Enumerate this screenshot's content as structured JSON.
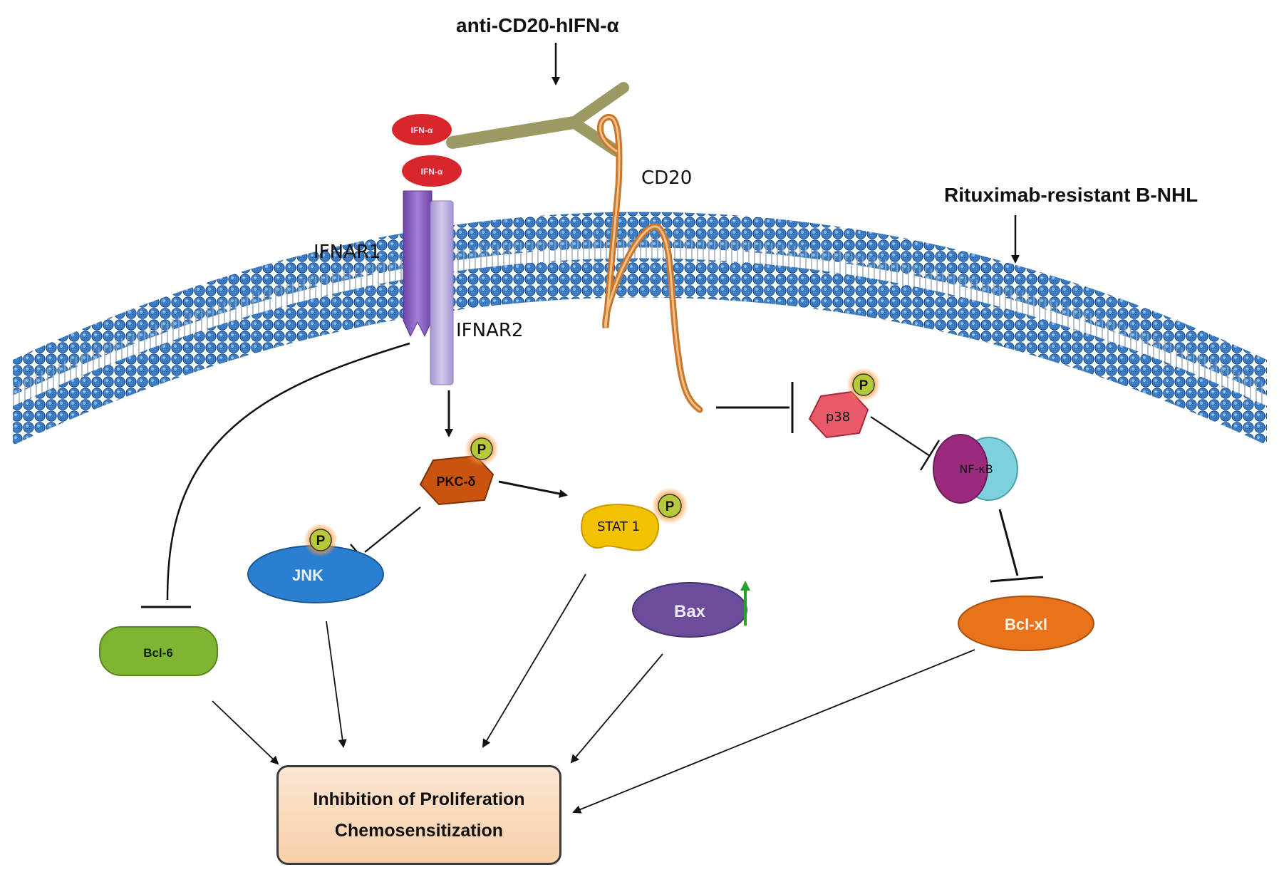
{
  "labels": {
    "drug": "anti-CD20-hIFN-α",
    "cd20": "CD20",
    "cell": "Rituximab-resistant B-NHL",
    "ifnar1": "IFNAR1",
    "ifnar2": "IFNAR2"
  },
  "ligands": {
    "ifn_top": "IFN-α",
    "ifn_bottom": "IFN-α"
  },
  "nodes": {
    "pkc": "PKC-δ",
    "stat1": "STAT 1",
    "jnk": "JNK",
    "bax": "Bax",
    "bcl6": "Bcl-6",
    "p38": "p38",
    "nfkb": "NF-κB",
    "bclxl": "Bcl-xl",
    "phospho": "P"
  },
  "outcome": {
    "line1": "Inhibition of Proliferation",
    "line2": "Chemosensitization"
  },
  "colors": {
    "membrane": "#2f6fb3",
    "ifnar1": "#8a5cc0",
    "ifnar2": "#b9a6dd",
    "cd20": "#d98a3a",
    "antibody": "#9b9a62",
    "ifn": "#d9262c",
    "pkc": "#c9540f",
    "stat1": "#f2c100",
    "jnk": "#2a7fd0",
    "bax": "#6b4d9c",
    "bcl6": "#7fb530",
    "p38": "#e85a6a",
    "nfkb_left": "#9b2a7f",
    "nfkb_right": "#7fd0dd",
    "bclxl": "#e8731a",
    "phospho": "#b7c93a",
    "up_arrow": "#2ca02c"
  }
}
